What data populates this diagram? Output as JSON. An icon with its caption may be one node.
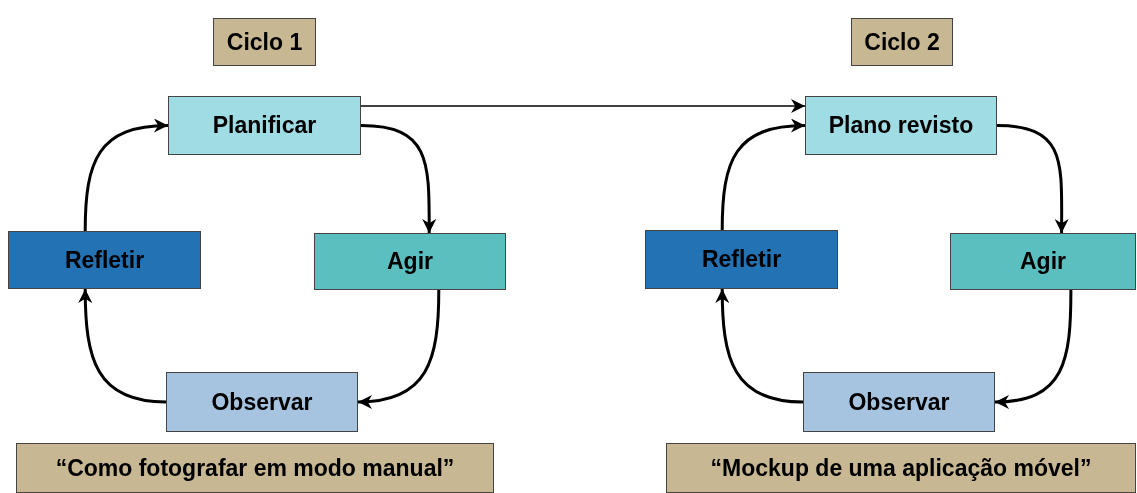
{
  "diagram": {
    "nodes": [
      {
        "text": [
          "Ciclo 1"
        ]
      },
      {
        "text": [
          "Planificar"
        ]
      },
      {
        "text": [
          "Agir"
        ]
      },
      {
        "text": [
          "Observar"
        ]
      },
      {
        "text": [
          "Refletir"
        ]
      },
      {
        "text": [
          "“Como fotografar em modo manual”"
        ]
      },
      {
        "text": [
          "Ciclo 2"
        ]
      },
      {
        "text": [
          "Plano revisto"
        ]
      },
      {
        "text": [
          "Agir"
        ]
      },
      {
        "text": [
          "Observar"
        ]
      },
      {
        "text": [
          "Refletir"
        ]
      },
      {
        "text": [
          "“Mockup de uma aplicação móvel”"
        ]
      }
    ],
    "edges": [
      {
        "from": 1,
        "to": 2,
        "arrow": "to"
      },
      {
        "from": 2,
        "to": 3,
        "arrow": "to"
      },
      {
        "from": 3,
        "to": 4,
        "arrow": "to"
      },
      {
        "from": 4,
        "to": 1,
        "arrow": "to"
      },
      {
        "from": 1,
        "to": 7,
        "arrow": "to"
      },
      {
        "from": 7,
        "to": 8,
        "arrow": "to"
      },
      {
        "from": 8,
        "to": 9,
        "arrow": "to"
      },
      {
        "from": 9,
        "to": 10,
        "arrow": "to"
      },
      {
        "from": 10,
        "to": 7,
        "arrow": "to"
      }
    ]
  }
}
